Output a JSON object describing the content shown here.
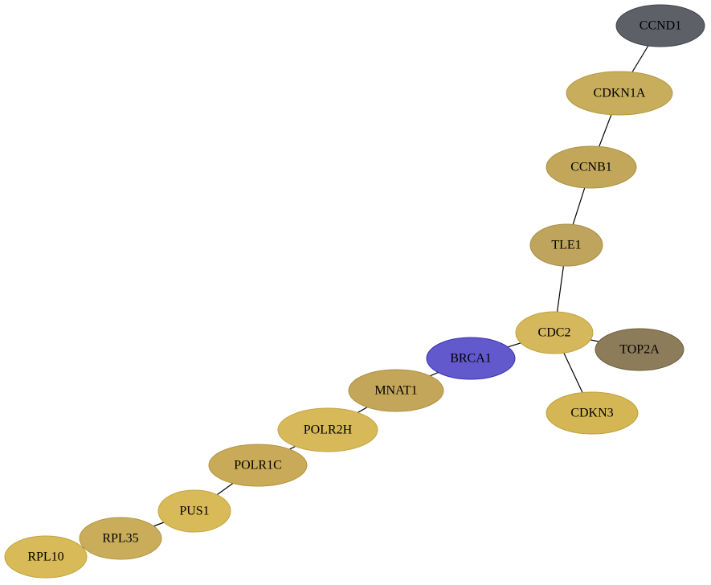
{
  "network": {
    "nodes": [
      {
        "id": "CCND1",
        "label": "CCND1",
        "fill": "#5e6068",
        "stroke": "#42444a"
      },
      {
        "id": "CDKN1A",
        "label": "CDKN1A",
        "fill": "#c8ad5c",
        "stroke": "#b29842"
      },
      {
        "id": "CCNB1",
        "label": "CCNB1",
        "fill": "#c2a75b",
        "stroke": "#ab9242"
      },
      {
        "id": "TLE1",
        "label": "TLE1",
        "fill": "#bea45d",
        "stroke": "#a88f45"
      },
      {
        "id": "CDC2",
        "label": "CDC2",
        "fill": "#d5b85c",
        "stroke": "#bfa342"
      },
      {
        "id": "TOP2A",
        "label": "TOP2A",
        "fill": "#8c7c59",
        "stroke": "#6e6142"
      },
      {
        "id": "CDKN3",
        "label": "CDKN3",
        "fill": "#d5b655",
        "stroke": "#bfa03c"
      },
      {
        "id": "BRCA1",
        "label": "BRCA1",
        "fill": "#6159cc",
        "stroke": "#3b33b4"
      },
      {
        "id": "MNAT1",
        "label": "MNAT1",
        "fill": "#c3a65a",
        "stroke": "#ad9043"
      },
      {
        "id": "POLR2H",
        "label": "POLR2H",
        "fill": "#d7b95a",
        "stroke": "#c1a342"
      },
      {
        "id": "POLR1C",
        "label": "POLR1C",
        "fill": "#c8aa58",
        "stroke": "#b19340"
      },
      {
        "id": "PUS1",
        "label": "PUS1",
        "fill": "#d8ba58",
        "stroke": "#c2a440"
      },
      {
        "id": "RPL35",
        "label": "RPL35",
        "fill": "#caad5b",
        "stroke": "#b39643"
      },
      {
        "id": "RPL10",
        "label": "RPL10",
        "fill": "#d8ba58",
        "stroke": "#c2a440"
      }
    ],
    "edges": [
      [
        "CCND1",
        "CDKN1A"
      ],
      [
        "CDKN1A",
        "CCNB1"
      ],
      [
        "CCNB1",
        "TLE1"
      ],
      [
        "TLE1",
        "CDC2"
      ],
      [
        "CDC2",
        "TOP2A"
      ],
      [
        "CDC2",
        "CDKN3"
      ],
      [
        "CDC2",
        "BRCA1"
      ],
      [
        "BRCA1",
        "MNAT1"
      ],
      [
        "MNAT1",
        "POLR2H"
      ],
      [
        "POLR2H",
        "POLR1C"
      ],
      [
        "POLR1C",
        "PUS1"
      ],
      [
        "PUS1",
        "RPL35"
      ],
      [
        "RPL35",
        "RPL10"
      ]
    ]
  }
}
